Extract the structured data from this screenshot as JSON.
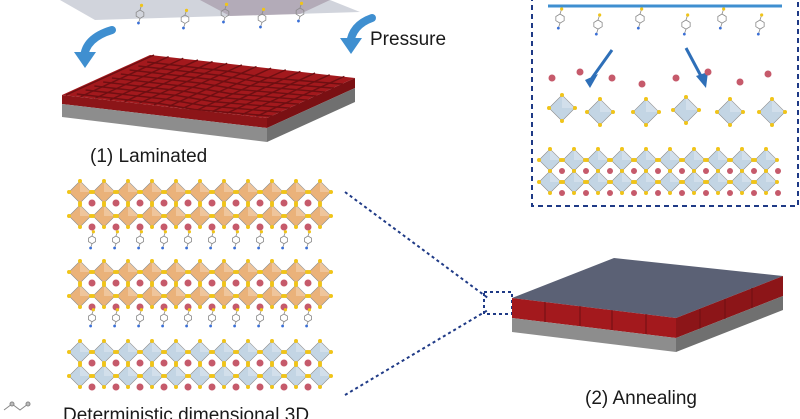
{
  "labels": {
    "pressure": "Pressure",
    "laminated": "(1) Laminated",
    "annealing": "(2) Annealing",
    "caption_partial": "Deterministic dimensional 3D"
  },
  "colors": {
    "crystal_red": "#a3191d",
    "crystal_red_dark": "#6e0f12",
    "substrate_gray": "#8a8a8a",
    "film_slate": "#5b6175",
    "octahedron_orange": "#eab27a",
    "octahedron_blue": "#c3d5e4",
    "atom_yellow": "#f0c419",
    "cation_pink": "#c65a6b",
    "arrow_blue": "#3f8fd0",
    "frame_navy": "#1f3a86"
  },
  "icons": {
    "pressure_arrow": "curved-down-arrow-icon",
    "organic_molecule": "organic-molecule-icon"
  }
}
